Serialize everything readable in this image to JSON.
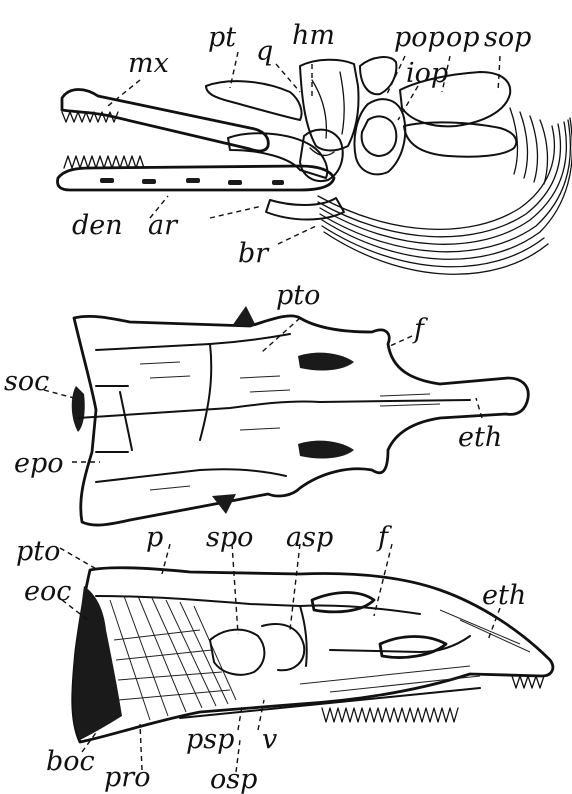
{
  "figure": {
    "top_view": {
      "labels": {
        "pt": "pt",
        "hm": "hm",
        "q": "q",
        "pop": "pop",
        "op": "op",
        "sop": "sop",
        "mx": "mx",
        "iop": "iop",
        "den": "den",
        "ar": "ar",
        "br": "br"
      }
    },
    "middle_view": {
      "labels": {
        "pto": "pto",
        "f": "f",
        "soc": "soc",
        "eth": "eth",
        "epo": "epo"
      }
    },
    "bottom_view": {
      "labels": {
        "pto": "pto",
        "p": "p",
        "spo": "spo",
        "asp": "asp",
        "f": "f",
        "eoc": "eoc",
        "eth": "eth",
        "boc": "boc",
        "psp": "psp",
        "v": "v",
        "pro": "pro",
        "osp": "osp"
      }
    }
  }
}
